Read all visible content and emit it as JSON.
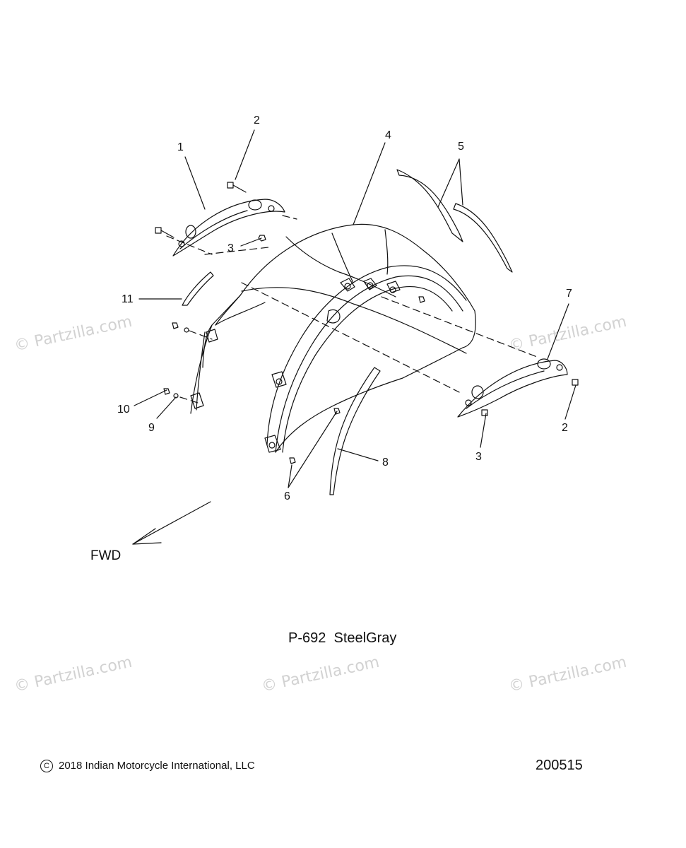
{
  "watermark": {
    "text": "© Partzilla.com"
  },
  "callouts": [
    {
      "id": "c1",
      "label": "1"
    },
    {
      "id": "c2a",
      "label": "2"
    },
    {
      "id": "c3a",
      "label": "3"
    },
    {
      "id": "c4",
      "label": "4"
    },
    {
      "id": "c5",
      "label": "5"
    },
    {
      "id": "c11",
      "label": "11"
    },
    {
      "id": "c10",
      "label": "10"
    },
    {
      "id": "c9",
      "label": "9"
    },
    {
      "id": "c7",
      "label": "7"
    },
    {
      "id": "c2b",
      "label": "2"
    },
    {
      "id": "c3b",
      "label": "3"
    },
    {
      "id": "c8",
      "label": "8"
    },
    {
      "id": "c6",
      "label": "6"
    }
  ],
  "direction_label": "FWD",
  "caption": "P-692  SteelGray",
  "footer": {
    "copyright": "2018 Indian Motorcycle International, LLC",
    "diagram_id": "200515"
  }
}
